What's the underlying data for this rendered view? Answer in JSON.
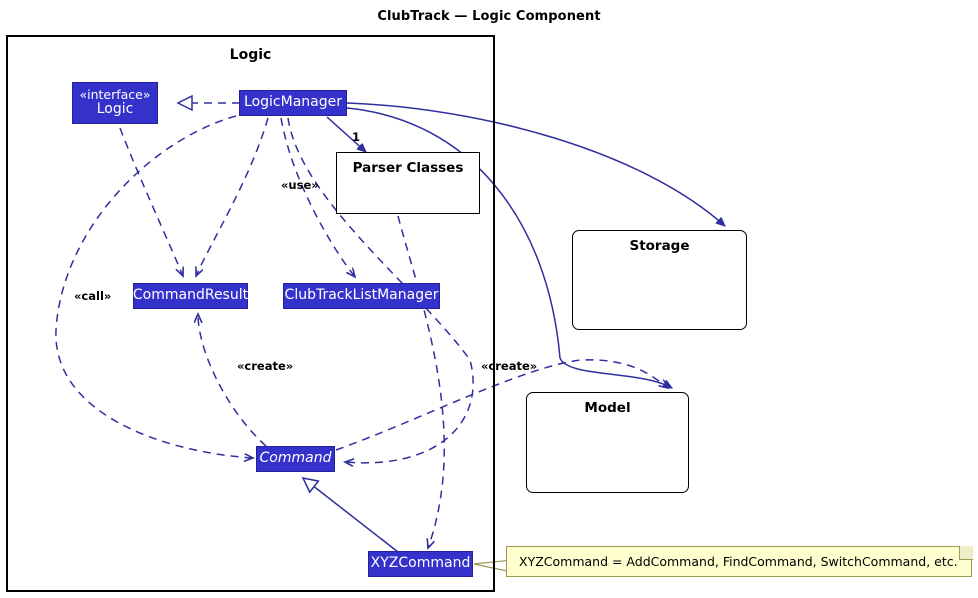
{
  "title": "ClubTrack — Logic Component",
  "package": {
    "name": "Logic"
  },
  "classes": [
    {
      "id": "logic",
      "stereotype": "«interface»",
      "name": "Logic"
    },
    {
      "id": "logicmanager",
      "stereotype": "",
      "name": "LogicManager"
    },
    {
      "id": "commandresult",
      "stereotype": "",
      "name": "CommandResult"
    },
    {
      "id": "listmanager",
      "stereotype": "",
      "name": "ClubTrackListManager"
    },
    {
      "id": "command",
      "stereotype": "",
      "name": "Command"
    },
    {
      "id": "xyzcommand",
      "stereotype": "",
      "name": "XYZCommand"
    }
  ],
  "components": [
    {
      "id": "parser",
      "name": "Parser Classes"
    },
    {
      "id": "storage",
      "name": "Storage"
    },
    {
      "id": "model",
      "name": "Model"
    }
  ],
  "edge_labels": {
    "use": "«use»",
    "call": "«call»",
    "create_left": "«create»",
    "create_right": "«create»",
    "parser_multiplicity": "1"
  },
  "note": {
    "text": "XYZCommand = AddCommand, FindCommand, SwitchCommand, etc."
  },
  "colors": {
    "class_fill": "#3532CC",
    "class_border": "#23209B",
    "edge": "#2F2F9E",
    "note_fill": "#FEFECE",
    "note_border": "#9A9A55",
    "component_border": "#000000"
  }
}
